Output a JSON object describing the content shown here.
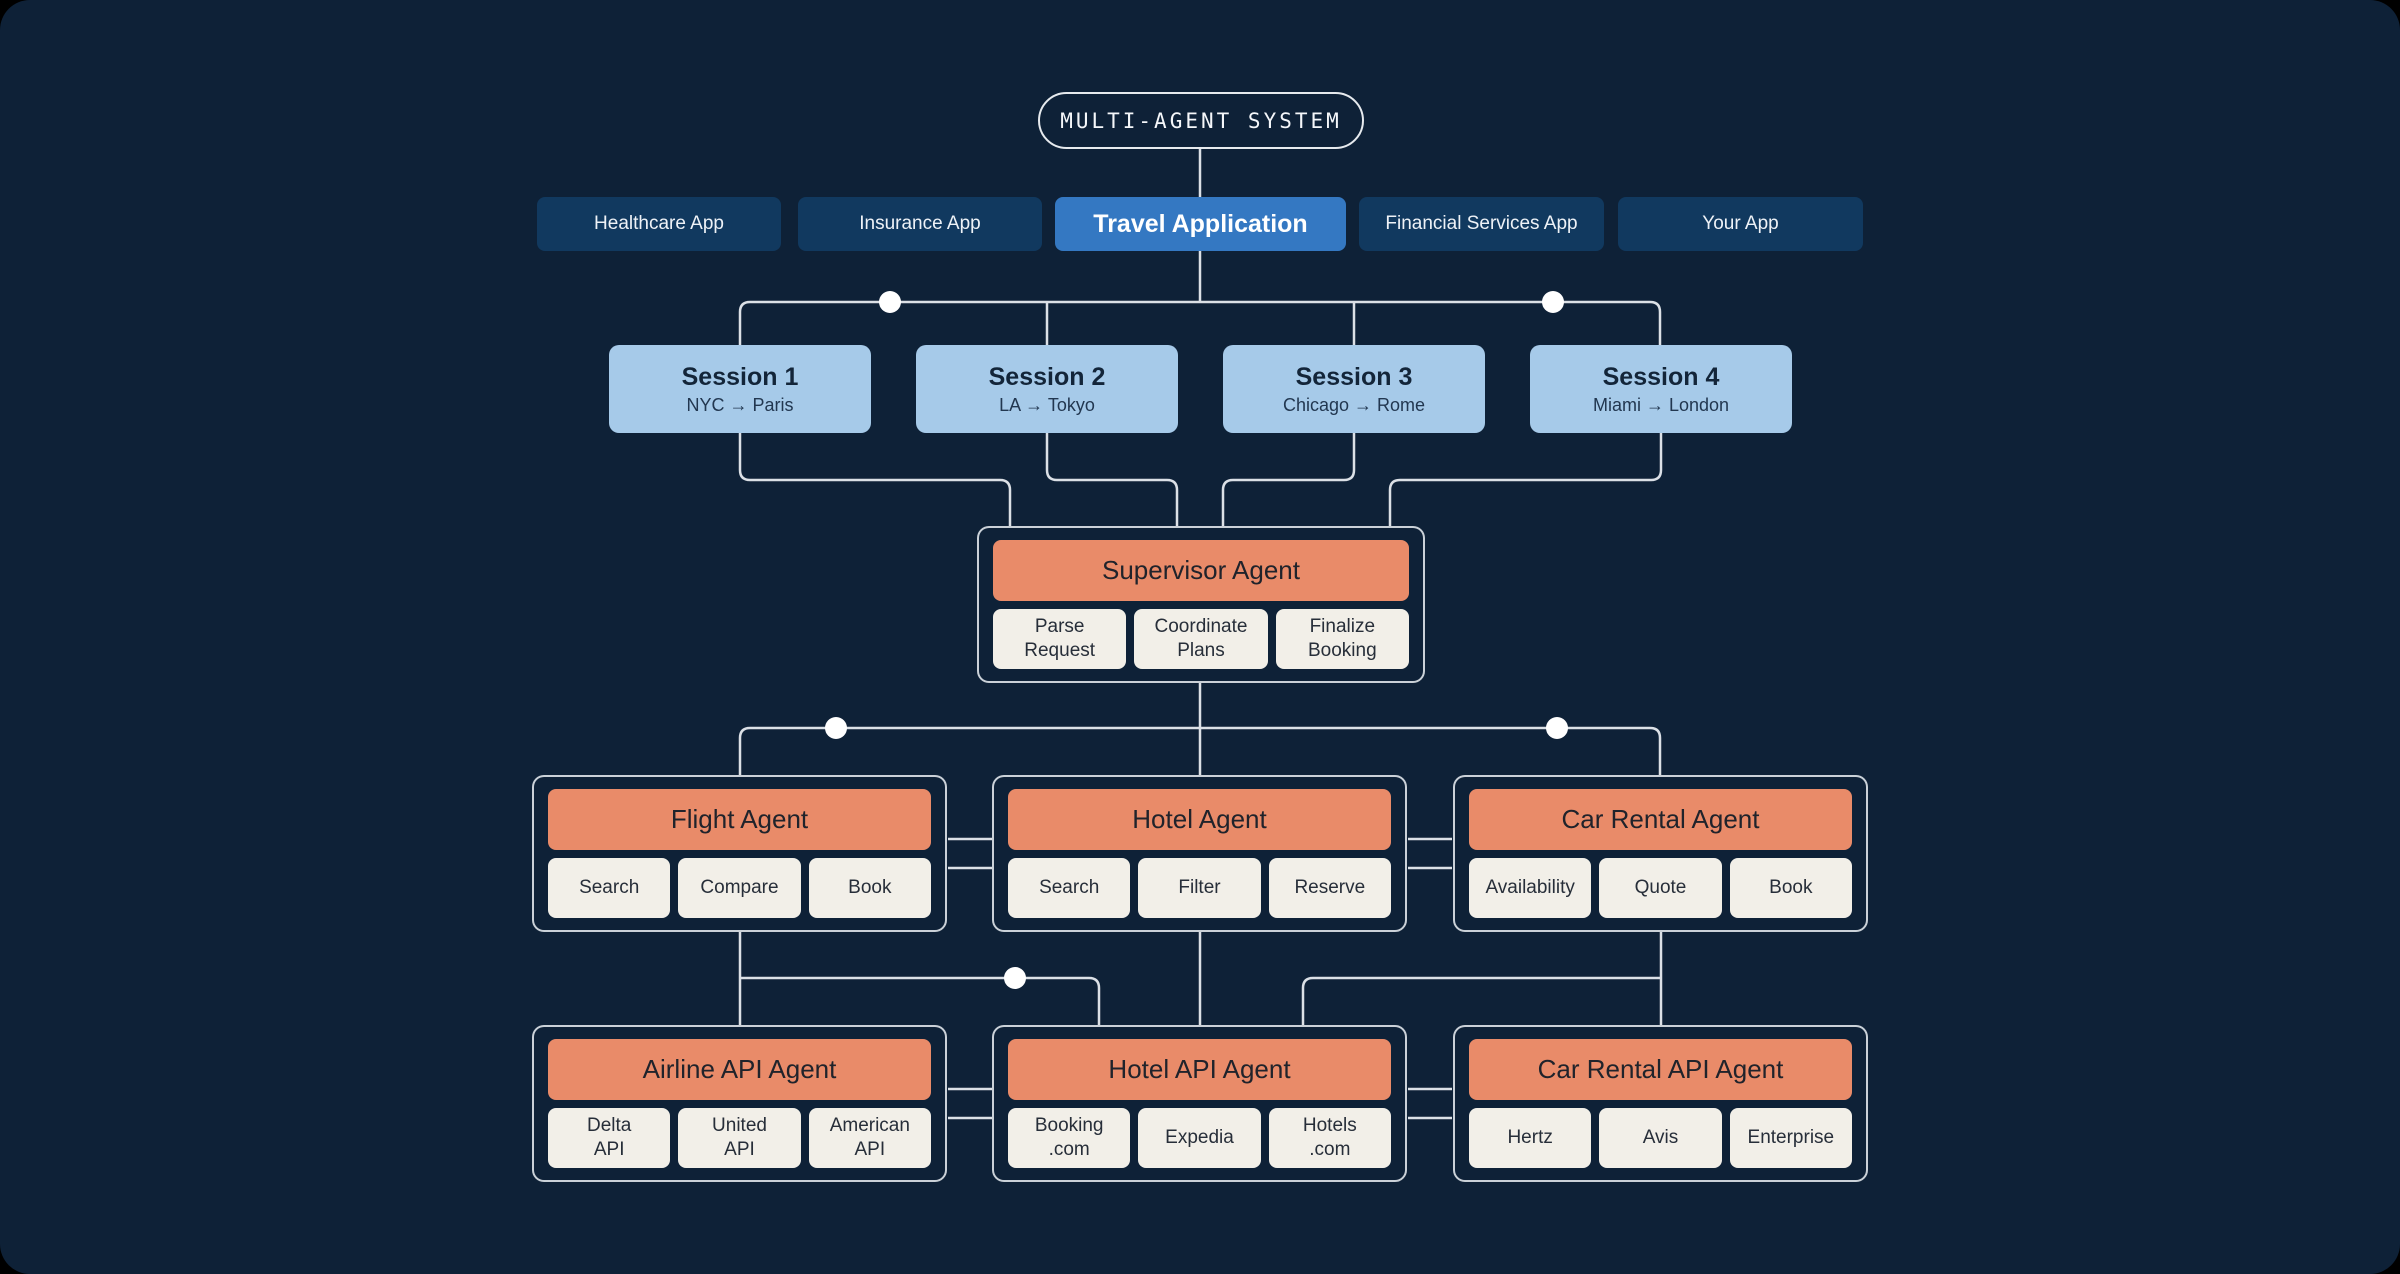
{
  "title": "MULTI-AGENT SYSTEM",
  "app_row": {
    "items": [
      {
        "label": "Healthcare App",
        "active": false
      },
      {
        "label": "Insurance App",
        "active": false
      },
      {
        "label": "Travel Application",
        "active": true
      },
      {
        "label": "Financial Services App",
        "active": false
      },
      {
        "label": "Your App",
        "active": false
      }
    ]
  },
  "sessions": [
    {
      "title": "Session 1",
      "route": "NYC → Paris"
    },
    {
      "title": "Session 2",
      "route": "LA → Tokyo"
    },
    {
      "title": "Session 3",
      "route": "Chicago → Rome"
    },
    {
      "title": "Session 4",
      "route": "Miami → London"
    }
  ],
  "supervisor": {
    "title": "Supervisor Agent",
    "tasks": [
      "Parse\nRequest",
      "Coordinate\nPlans",
      "Finalize\nBooking"
    ]
  },
  "agents": [
    {
      "title": "Flight Agent",
      "tasks": [
        "Search",
        "Compare",
        "Book"
      ]
    },
    {
      "title": "Hotel Agent",
      "tasks": [
        "Search",
        "Filter",
        "Reserve"
      ]
    },
    {
      "title": "Car Rental Agent",
      "tasks": [
        "Availability",
        "Quote",
        "Book"
      ]
    }
  ],
  "api_agents": [
    {
      "title": "Airline API Agent",
      "tasks": [
        "Delta\nAPI",
        "United\nAPI",
        "American\nAPI"
      ]
    },
    {
      "title": "Hotel API Agent",
      "tasks": [
        "Booking\n.com",
        "Expedia",
        "Hotels\n.com"
      ]
    },
    {
      "title": "Car Rental API Agent",
      "tasks": [
        "Hertz",
        "Avis",
        "Enterprise"
      ]
    }
  ],
  "colors": {
    "bg": "#0e2137",
    "darkblue": "#11395f",
    "blue": "#3478c2",
    "lightblue": "#a6cae9",
    "salmon": "#e98b69",
    "cream": "#f2efe8",
    "line": "#dbe0e6"
  }
}
